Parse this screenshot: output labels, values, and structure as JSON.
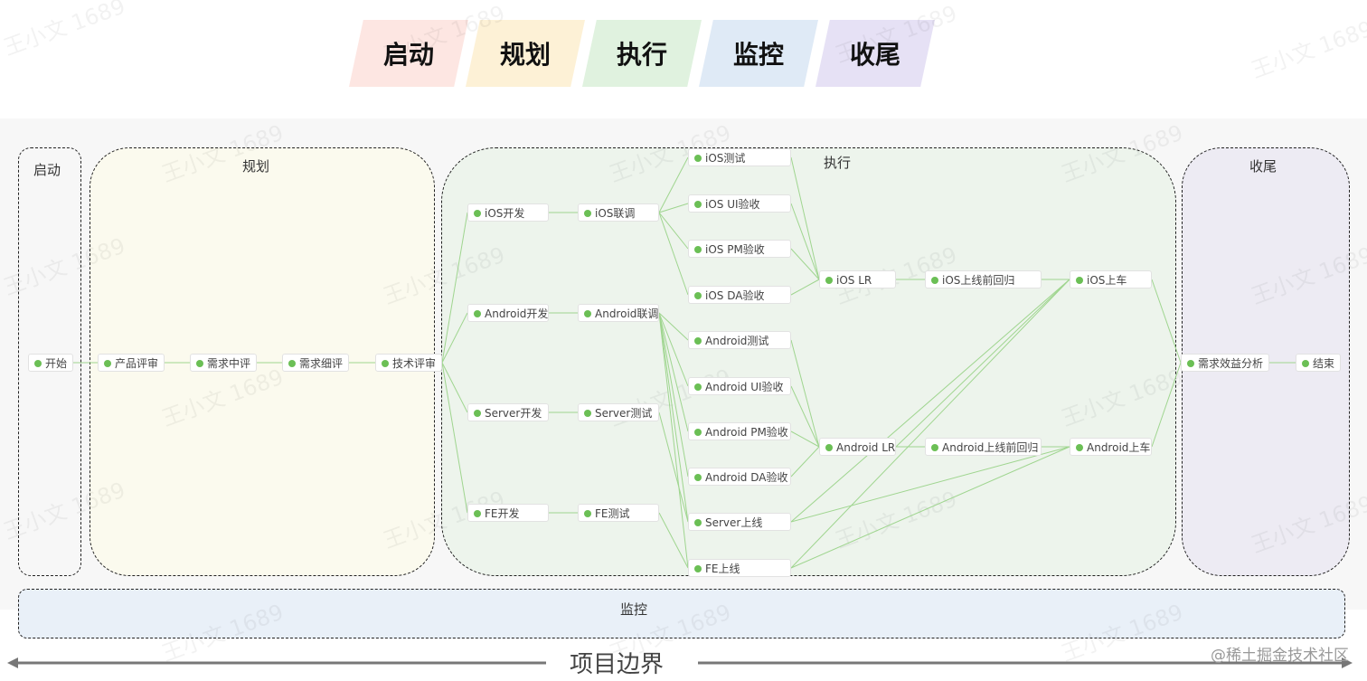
{
  "phases": [
    {
      "label": "启动",
      "color": "#fde6e2"
    },
    {
      "label": "规划",
      "color": "#fdf1d6"
    },
    {
      "label": "执行",
      "color": "#e0f2df"
    },
    {
      "label": "监控",
      "color": "#dfeaf6"
    },
    {
      "label": "收尾",
      "color": "#e6e1f5"
    }
  ],
  "groups": {
    "start": "启动",
    "plan": "规划",
    "exec": "执行",
    "close": "收尾",
    "monitor": "监控"
  },
  "nodes": {
    "n_start": "开始",
    "n_prd": "产品评审",
    "n_midrev": "需求中评",
    "n_detail": "需求细评",
    "n_tech": "技术评审",
    "n_ios_dev": "iOS开发",
    "n_and_dev": "Android开发",
    "n_srv_dev": "Server开发",
    "n_fe_dev": "FE开发",
    "n_ios_int": "iOS联调",
    "n_and_int": "Android联调",
    "n_srv_test": "Server测试",
    "n_fe_test": "FE测试",
    "n_ios_t": "iOS测试",
    "n_ios_ui": "iOS UI验收",
    "n_ios_pm": "iOS PM验收",
    "n_ios_da": "iOS DA验收",
    "n_and_t": "Android测试",
    "n_and_ui": "Android UI验收",
    "n_and_pm": "Android PM验收",
    "n_and_da": "Android DA验收",
    "n_srv_on": "Server上线",
    "n_fe_on": "FE上线",
    "n_ios_lr": "iOS LR",
    "n_and_lr": "Android LR",
    "n_ios_reg": "iOS上线前回归",
    "n_and_reg": "Android上线前回归",
    "n_ios_car": "iOS上车",
    "n_and_car": "Android上车",
    "n_eff": "需求效益分析",
    "n_end": "结束"
  },
  "colors": {
    "edge": "#9fd58f",
    "node_dot": "#6bbf55",
    "monitor_bg": "#e9f0f8",
    "exec_bg": "#edf4ec",
    "plan_bg": "#fbfaee",
    "close_bg": "#edebf3"
  },
  "watermark": "王小文 1689",
  "footer": {
    "boundary": "项目边界",
    "credit": "@稀土掘金技术社区"
  }
}
